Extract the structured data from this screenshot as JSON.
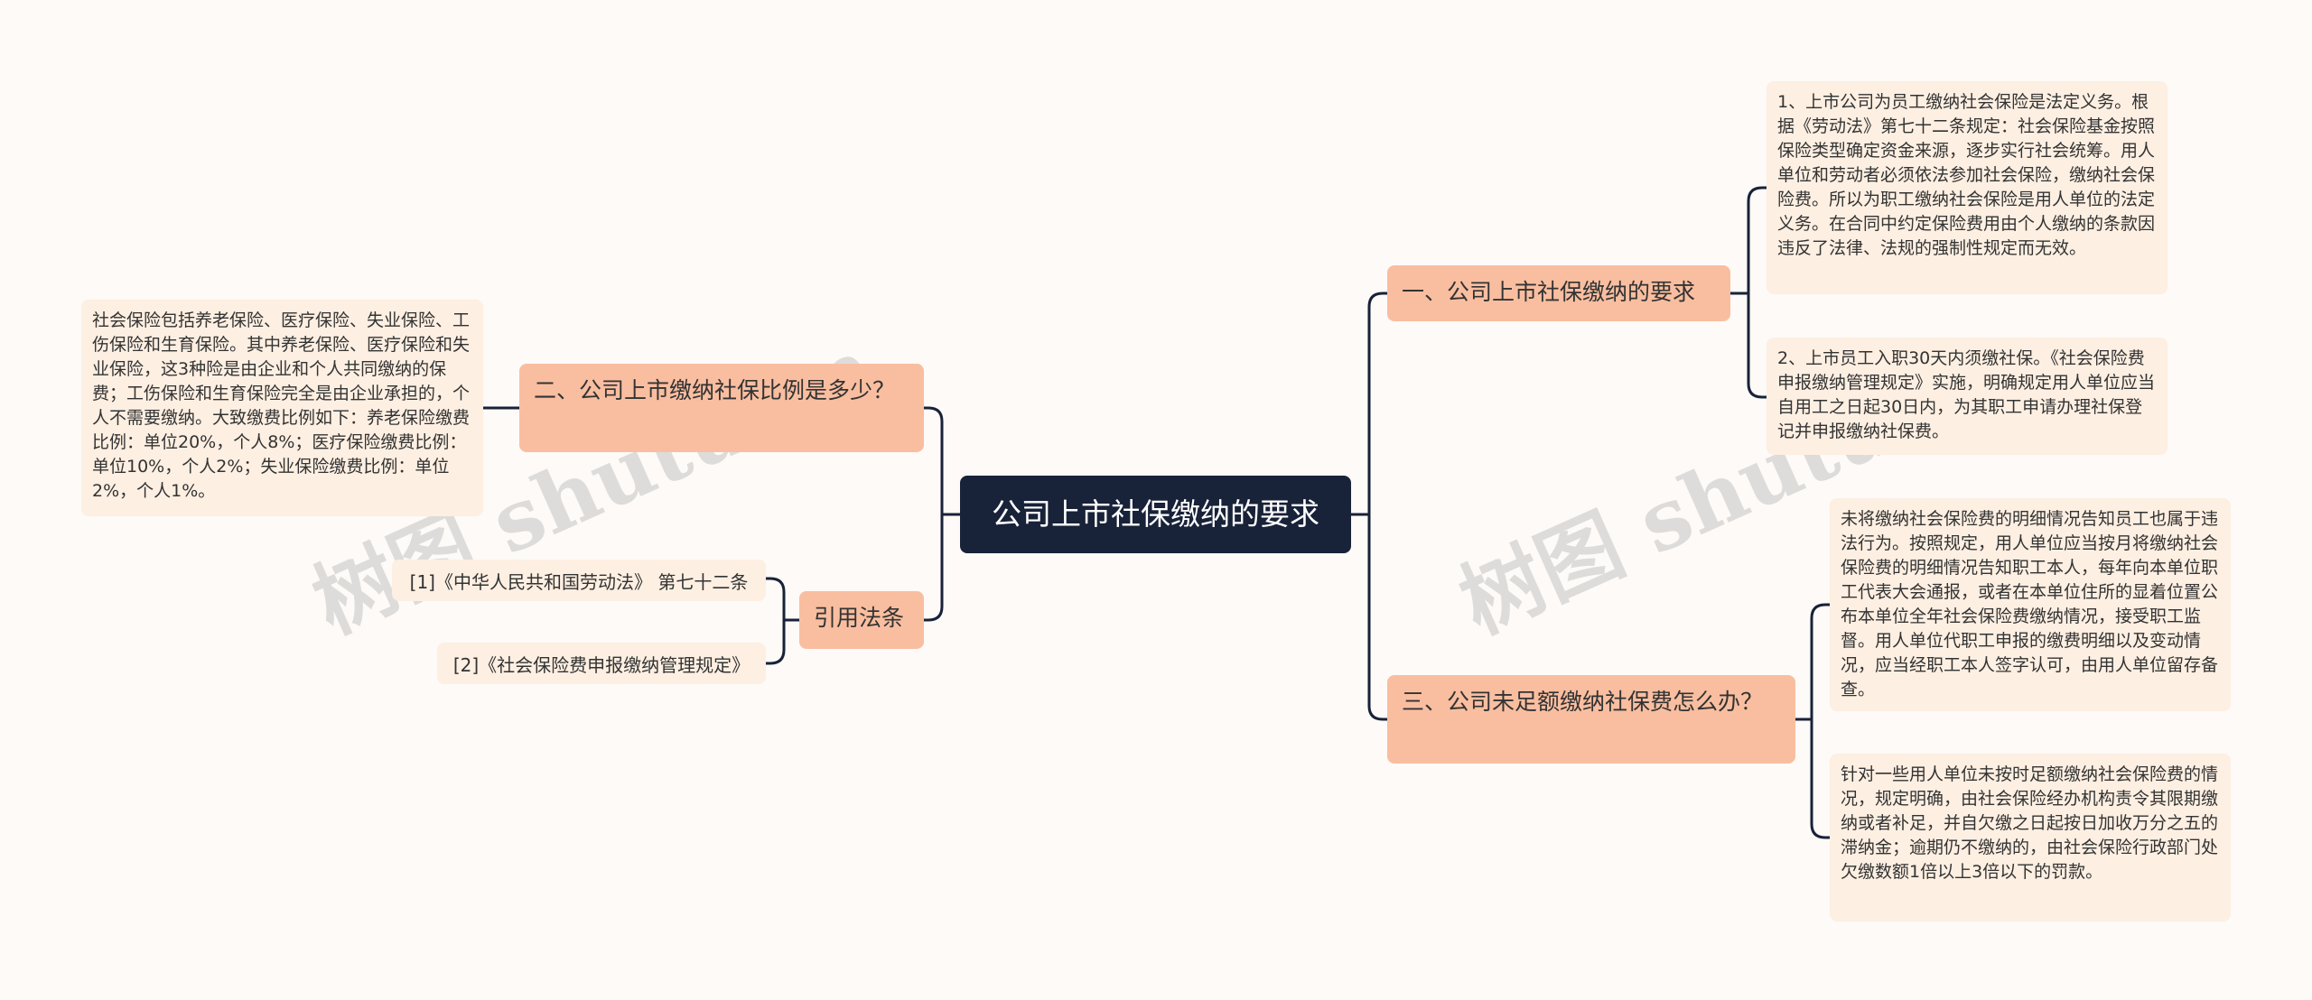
{
  "root": {
    "label": "公司上市社保缴纳的要求"
  },
  "branches": {
    "b1": {
      "label": "一、公司上市社保缴纳的要求"
    },
    "b2": {
      "label": "二、公司上市缴纳社保比例是多少？"
    },
    "b3": {
      "label": "三、公司未足额缴纳社保费怎么办？"
    },
    "b4": {
      "label": "引用法条"
    }
  },
  "leaves": {
    "b1_1": "1、上市公司为员工缴纳社会保险是法定义务。根据《劳动法》第七十二条规定：社会保险基金按照保险类型确定资金来源，逐步实行社会统筹。用人单位和劳动者必须依法参加社会保险，缴纳社会保险费。所以为职工缴纳社会保险是用人单位的法定义务。在合同中约定保险费用由个人缴纳的条款因违反了法律、法规的强制性规定而无效。",
    "b1_2": "2、上市员工入职30天内须缴社保。《社会保险费申报缴纳管理规定》实施，明确规定用人单位应当自用工之日起30日内，为其职工申请办理社保登记并申报缴纳社保费。",
    "b2_1": "社会保险包括养老保险、医疗保险、失业保险、工伤保险和生育保险。其中养老保险、医疗保险和失业保险，这3种险是由企业和个人共同缴纳的保费；工伤保险和生育保险完全是由企业承担的，个人不需要缴纳。大致缴费比例如下：养老保险缴费比例：单位20%，个人8%；医疗保险缴费比例：单位10%，个人2%；失业保险缴费比例：单位2%，个人1%。",
    "b3_1": "未将缴纳社会保险费的明细情况告知员工也属于违法行为。按照规定，用人单位应当按月将缴纳社会保险费的明细情况告知职工本人，每年向本单位职工代表大会通报，或者在本单位住所的显着位置公布本单位全年社会保险费缴纳情况，接受职工监督。用人单位代职工申报的缴费明细以及变动情况，应当经职工本人签字认可，由用人单位留存备查。",
    "b3_2": "针对一些用人单位未按时足额缴纳社会保险费的情况，规定明确，由社会保险经办机构责令其限期缴纳或者补足，并自欠缴之日起按日加收万分之五的滞纳金；逾期仍不缴纳的，由社会保险行政部门处欠缴数额1倍以上3倍以下的罚款。",
    "b4_1": "[1]《中华人民共和国劳动法》 第七十二条",
    "b4_2": "[2]《社会保险费申报缴纳管理规定》"
  },
  "watermarks": [
    "树图 shutu.cn",
    "树图 shutu.cn"
  ]
}
